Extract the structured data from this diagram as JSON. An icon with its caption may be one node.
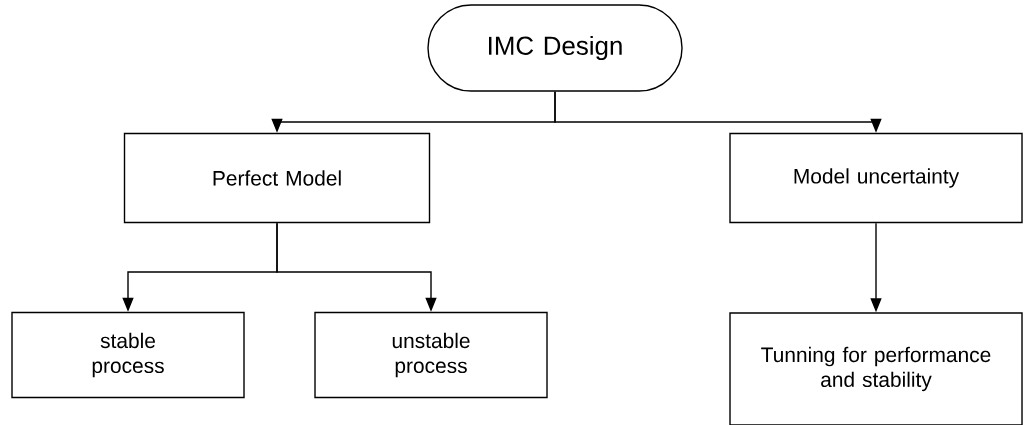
{
  "diagram": {
    "nodes": [
      {
        "text": [
          "IMC Design"
        ]
      },
      {
        "text": [
          "Perfect Model"
        ]
      },
      {
        "text": [
          "Model uncertainty"
        ]
      },
      {
        "text": [
          "stable process"
        ]
      },
      {
        "text": [
          "unstable process"
        ]
      },
      {
        "text": [
          "Tunning for performance and stability"
        ]
      }
    ],
    "edges": [
      {
        "from": 0,
        "to": 1,
        "arrow": "to"
      },
      {
        "from": 0,
        "to": 2,
        "arrow": "to"
      },
      {
        "from": 1,
        "to": 3,
        "arrow": "to"
      },
      {
        "from": 1,
        "to": 4,
        "arrow": "to"
      },
      {
        "from": 2,
        "to": 5,
        "arrow": "to"
      }
    ]
  }
}
